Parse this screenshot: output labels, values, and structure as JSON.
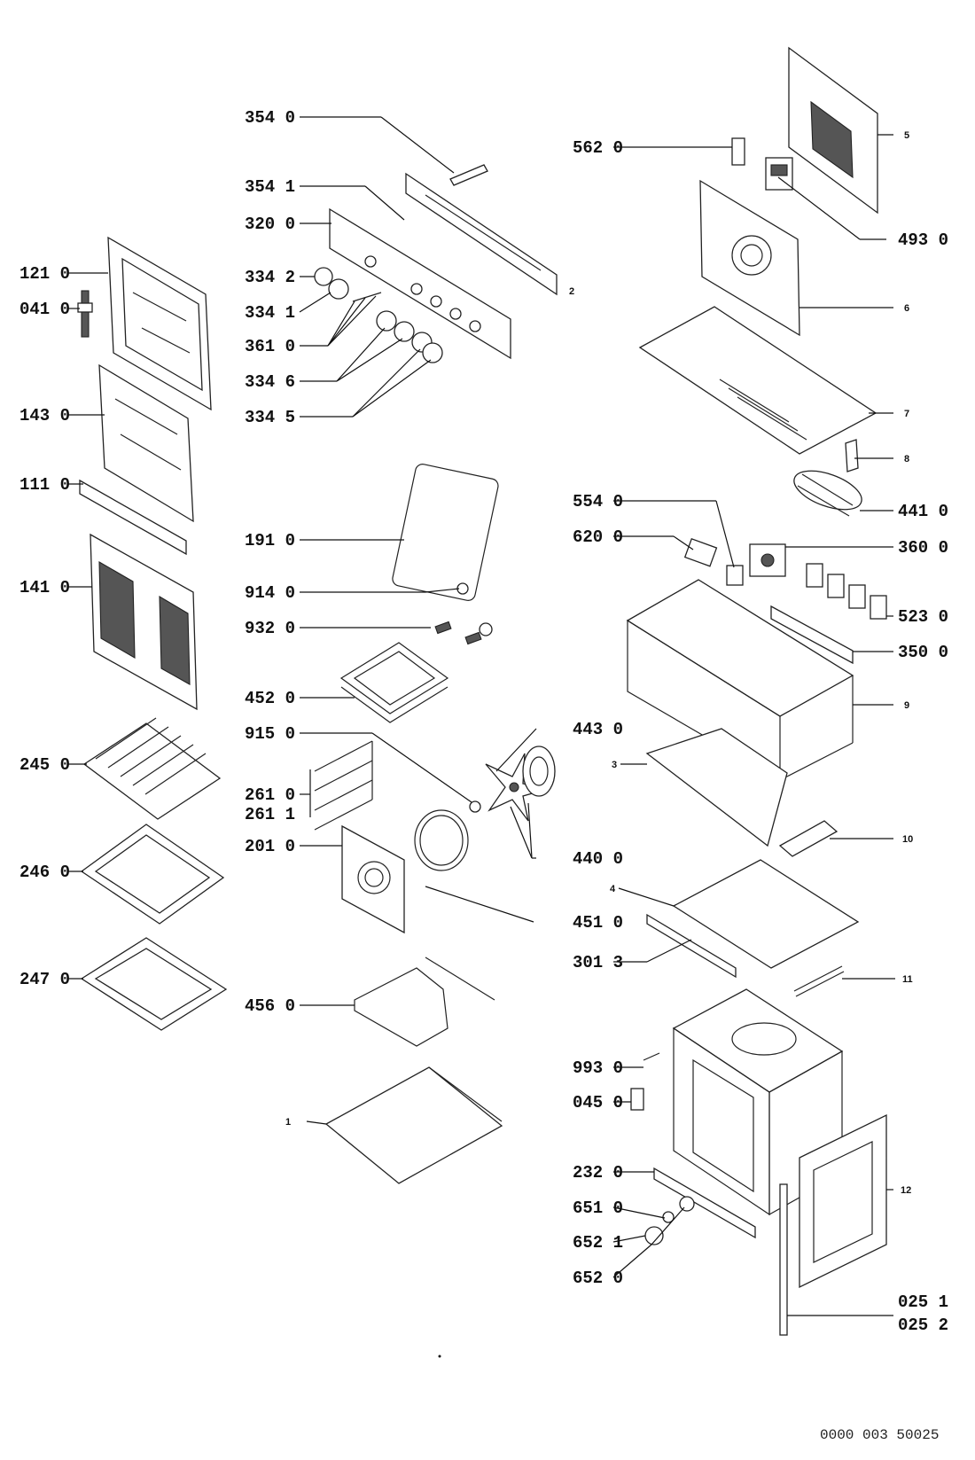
{
  "diagram": {
    "document_number": "0000 003 50025",
    "labels": {
      "l121": "121 0",
      "l041": "041 0",
      "l143": "143 0",
      "l111": "111 0",
      "l141": "141 0",
      "l245": "245 0",
      "l246": "246 0",
      "l247": "247 0",
      "l354a": "354 0",
      "l354b": "354 1",
      "l320": "320 0",
      "l334a": "334 2",
      "l334b": "334 1",
      "l361": "361 0",
      "l334c": "334 6",
      "l334d": "334 5",
      "l191": "191 0",
      "l914": "914 0",
      "l932": "932 0",
      "l452": "452 0",
      "l915": "915 0",
      "l261a": "261 0",
      "l261b": "261 1",
      "l201": "201 0",
      "l456": "456 0",
      "l443": "443 0",
      "l440": "440 0",
      "l451": "451 0",
      "l562": "562 0",
      "l493": "493 0",
      "l554": "554 0",
      "l620": "620 0",
      "l441": "441 0",
      "l360": "360 0",
      "l523": "523 0",
      "l350": "350 0",
      "l301": "301 3",
      "l993": "993 0",
      "l045": "045 0",
      "l232": "232 0",
      "l651": "651 0",
      "l652a": "652 1",
      "l652b": "652 0",
      "l025a": "025 1",
      "l025b": "025 2"
    },
    "small_labels": {
      "s2": "2",
      "s5": "5",
      "s6": "6",
      "s7": "7",
      "s8": "8",
      "s9": "9",
      "s3": "3",
      "s10": "10",
      "s4": "4",
      "s11": "11",
      "s12": "12",
      "s1": "1"
    }
  }
}
